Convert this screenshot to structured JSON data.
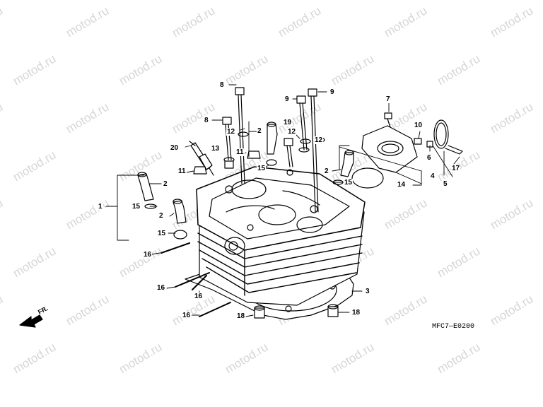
{
  "watermark": "motod.ru",
  "diagram_code": "MFC7—E0200",
  "front_label": "FR.",
  "callouts": {
    "c1": "1",
    "c2a": "2",
    "c2b": "2",
    "c2c": "2",
    "c2d": "2",
    "c3": "3",
    "c4": "4",
    "c5": "5",
    "c6": "6",
    "c7": "7",
    "c8a": "8",
    "c8b": "8",
    "c9a": "9",
    "c9b": "9",
    "c10": "10",
    "c11a": "11",
    "c11b": "11",
    "c12a": "12",
    "c12b": "12",
    "c12c": "12",
    "c13": "13",
    "c14": "14",
    "c15a": "15",
    "c15b": "15",
    "c15c": "15",
    "c15d": "15",
    "c16a": "16",
    "c16b": "16",
    "c16c": "16",
    "c16d": "16",
    "c17": "17",
    "c18a": "18",
    "c18b": "18",
    "c19": "19",
    "c20": "20"
  }
}
